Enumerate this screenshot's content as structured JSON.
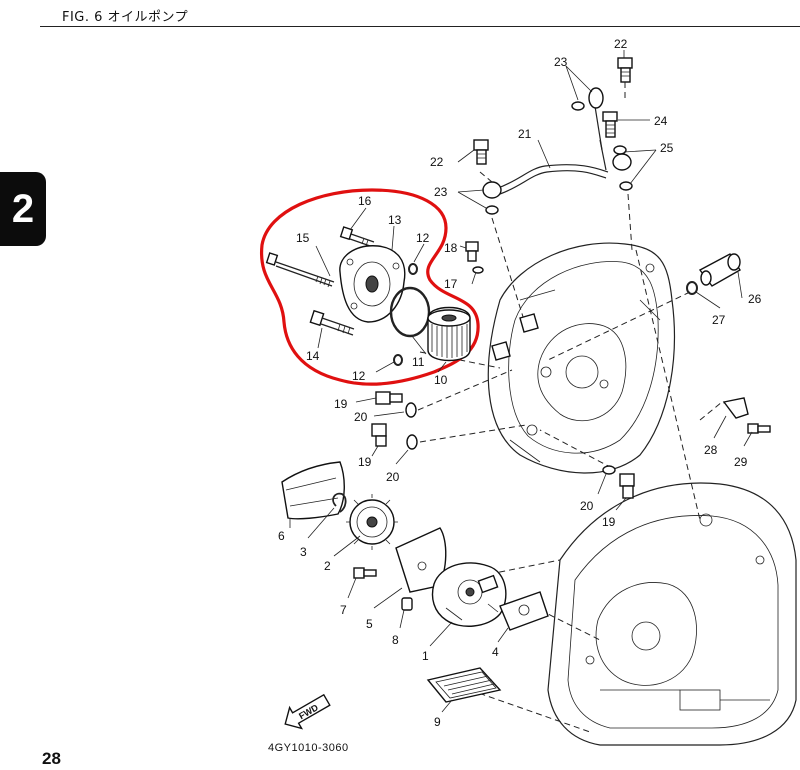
{
  "header": {
    "figure_title": "FIG. 6 オイルポンプ"
  },
  "chapter_tab": "2",
  "footer": {
    "page_number": "28",
    "drawing_code": "4GY1010-3060"
  },
  "fwd_label": "FWD",
  "callouts": {
    "c1": "1",
    "c2": "2",
    "c3": "3",
    "c4": "4",
    "c5": "5",
    "c6": "6",
    "c7": "7",
    "c8": "8",
    "c9": "9",
    "c10": "10",
    "c11": "11",
    "c12a": "12",
    "c12b": "12",
    "c13": "13",
    "c14": "14",
    "c15": "15",
    "c16": "16",
    "c17": "17",
    "c18": "18",
    "c19a": "19",
    "c19b": "19",
    "c19c": "19",
    "c20a": "20",
    "c20b": "20",
    "c20c": "20",
    "c21": "21",
    "c22a": "22",
    "c22b": "22",
    "c23a": "23",
    "c23b": "23",
    "c24": "24",
    "c25": "25",
    "c26": "26",
    "c27": "27",
    "c28": "28",
    "c29": "29"
  },
  "colors": {
    "highlight": "#e01010",
    "ink": "#111111",
    "tab": "#0c0c0c"
  }
}
